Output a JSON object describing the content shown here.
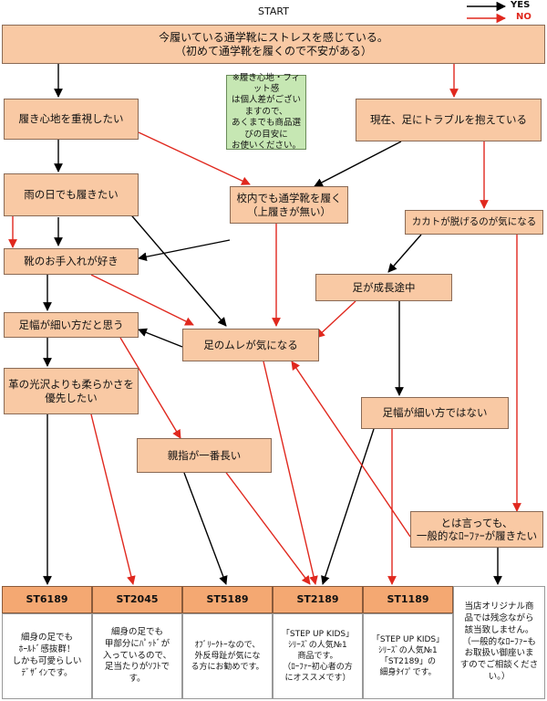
{
  "start": "START",
  "legend": {
    "yes": "YES",
    "no": "NO",
    "yes_color": "#000000",
    "no_color": "#e0281e"
  },
  "questions": {
    "q1": "今履いている通学靴にストレスを感じている。\n（初めて通学靴を履くので不安がある）",
    "q2": "履き心地を重視したい",
    "q3": "現在、足にトラブルを抱えている",
    "q4": "雨の日でも履きたい",
    "q5": "校内でも通学靴を履く\n（上履きが無い）",
    "q6": "カカトが脱げるのが気になる",
    "q7": "靴のお手入れが好き",
    "q8": "足が成長途中",
    "q9": "足幅が細い方だと思う",
    "q10": "足のムレが気になる",
    "q11": "革の光沢よりも柔らかさを\n優先したい",
    "q12": "足幅が細い方ではない",
    "q13": "親指が一番長い",
    "q14": "とは言っても、\n一般的なﾛｰﾌｧｰが履きたい"
  },
  "note": "※履き心地・フィット感\nは個人差がござい\nますので、\nあくまでも商品選\nびの目安に\nお使いください。",
  "results": [
    {
      "code": "ST6189",
      "desc": "細身の足でも\nﾎｰﾙﾄﾞ感抜群！\nしかも可愛らしい\nﾃﾞｻﾞｲﾝです。"
    },
    {
      "code": "ST2045",
      "desc": "細身の足でも\n甲部分にﾊﾟｯﾄﾞが\n入っているので、\n足当たりがｿﾌﾄで\nす。"
    },
    {
      "code": "ST5189",
      "desc": "ｵﾌﾞﾘｰｸﾄｰなので、\n外反母趾が気にな\nる方にお勧めです。"
    },
    {
      "code": "ST2189",
      "desc": "「STEP UP KIDS」\nｼﾘｰｽﾞの人気№1\n商品です。\n（ﾛｰﾌｧｰ初心者の方\nにオススメです）"
    },
    {
      "code": "ST1189",
      "desc": "「STEP UP KIDS」\nｼﾘｰｽﾞの人気№1\n「ST2189」の\n細身ﾀｲﾌﾟです。"
    },
    {
      "code": "",
      "desc": "当店オリジナル商\n品では残念ながら\n該当致しません。\n（一般的なﾛｰﾌｧｰも\nお取扱い御座いま\nすのでご相談くださ\nい。）"
    }
  ]
}
